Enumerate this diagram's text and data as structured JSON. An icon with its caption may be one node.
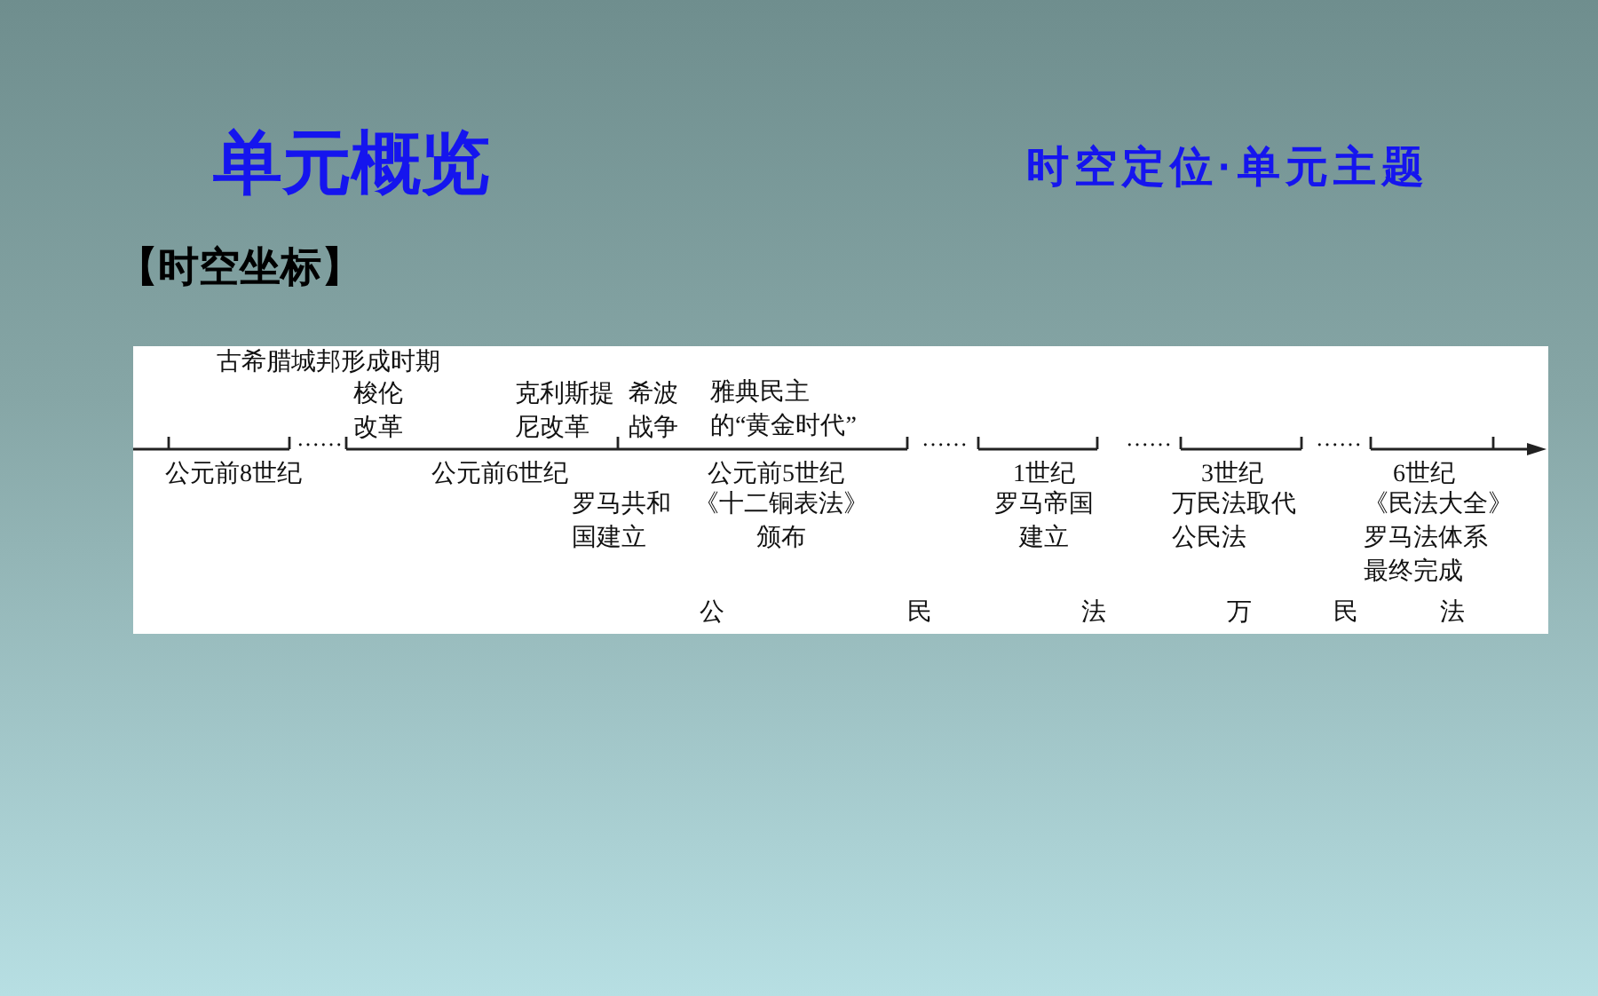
{
  "diagram": {
    "title": "单元概览",
    "labels": [
      "时空定位·单元主题",
      "【时空坐标】",
      "古希腊城邦形成时期",
      "梭伦改革",
      "克利斯提尼改革",
      "希波战争",
      "雅典民主的“黄金时代”",
      "……",
      "……",
      "……",
      "……",
      "公元前8世纪",
      "公元前6世纪",
      "罗马共和国建立",
      "公元前5世纪",
      "《十二铜表法》颁布",
      "1世纪",
      "罗马帝国建立",
      "3世纪",
      "万民法取代公民法",
      "6世纪",
      "《民法大全》罗马法体系最终完成",
      "公",
      "民",
      "法",
      "万",
      "民",
      "法"
    ]
  }
}
